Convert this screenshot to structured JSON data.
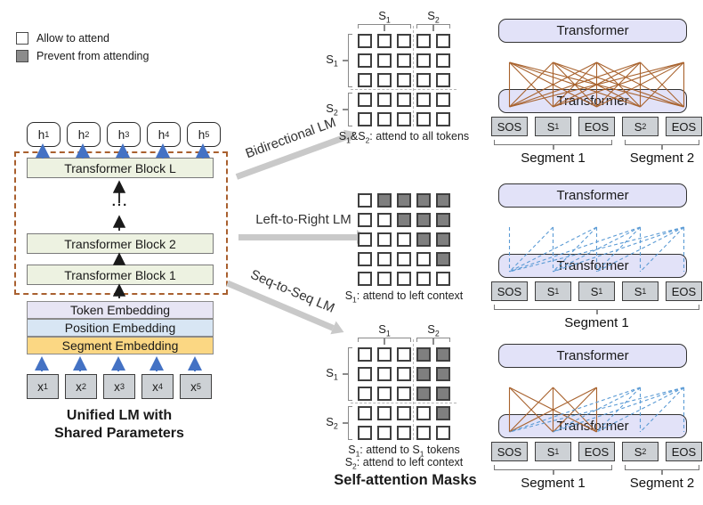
{
  "legend": {
    "allow_label": "Allow to attend",
    "prevent_label": "Prevent from attending"
  },
  "left_model": {
    "outputs": [
      "h_1",
      "h_2",
      "h_3",
      "h_4",
      "h_5"
    ],
    "blocks": {
      "top": "Transformer Block L",
      "dots": "...",
      "middle": "Transformer Block 2",
      "bottom": "Transformer Block 1"
    },
    "embeddings": {
      "token": "Token Embedding",
      "position": "Position Embedding",
      "segment": "Segment Embedding"
    },
    "inputs": [
      "x_1",
      "x_2",
      "x_3",
      "x_4",
      "x_5"
    ],
    "caption": [
      "Unified LM with",
      "Shared Parameters"
    ]
  },
  "flow_arrows": {
    "bidirectional": "Bidirectional LM",
    "left_to_right": "Left-to-Right LM",
    "seq_to_seq": "Seq-to-Seq LM"
  },
  "masks": {
    "title": "Self-attention Masks",
    "grids": [
      {
        "name": "bidirectional-mask",
        "labeled": true,
        "col_groups": [
          "S_1",
          "S_2"
        ],
        "row_groups": [
          "S_1",
          "S_2"
        ],
        "matrix": [
          [
            0,
            0,
            0,
            0,
            0
          ],
          [
            0,
            0,
            0,
            0,
            0
          ],
          [
            0,
            0,
            0,
            0,
            0
          ],
          [
            0,
            0,
            0,
            0,
            0
          ],
          [
            0,
            0,
            0,
            0,
            0
          ]
        ],
        "caption": [
          "S_1&S_2: attend to all tokens"
        ]
      },
      {
        "name": "left-to-right-mask",
        "labeled": false,
        "matrix": [
          [
            0,
            1,
            1,
            1,
            1
          ],
          [
            0,
            0,
            1,
            1,
            1
          ],
          [
            0,
            0,
            0,
            1,
            1
          ],
          [
            0,
            0,
            0,
            0,
            1
          ],
          [
            0,
            0,
            0,
            0,
            0
          ]
        ],
        "caption": [
          "S_1: attend to left context"
        ]
      },
      {
        "name": "seq-to-seq-mask",
        "labeled": true,
        "col_groups": [
          "S_1",
          "S_2"
        ],
        "row_groups": [
          "S_1",
          "S_2"
        ],
        "matrix": [
          [
            0,
            0,
            0,
            1,
            1
          ],
          [
            0,
            0,
            0,
            1,
            1
          ],
          [
            0,
            0,
            0,
            1,
            1
          ],
          [
            0,
            0,
            0,
            0,
            1
          ],
          [
            0,
            0,
            0,
            0,
            0
          ]
        ],
        "caption": [
          "S_1: attend to S_1 tokens",
          "S_2: attend to left context"
        ]
      }
    ]
  },
  "right_diagrams": [
    {
      "name": "bidirectional-lm",
      "transformer_top": "Transformer",
      "transformer_bottom": "Transformer",
      "tokens": [
        "SOS",
        "S_1",
        "EOS",
        "S_2",
        "EOS"
      ],
      "segments": [
        {
          "label": "Segment 1",
          "from": 0,
          "to": 2
        },
        {
          "label": "Segment 2",
          "from": 3,
          "to": 4
        }
      ],
      "connections": [
        {
          "pattern": "full",
          "from": 0,
          "to": 4,
          "style": "solid",
          "color": "#A8622D"
        }
      ]
    },
    {
      "name": "left-to-right-lm",
      "transformer_top": "Transformer",
      "transformer_bottom": "Transformer",
      "tokens": [
        "SOS",
        "S_1",
        "S_1",
        "S_1",
        "EOS"
      ],
      "segments": [
        {
          "label": "Segment 1",
          "from": 0,
          "to": 4
        }
      ],
      "connections": [
        {
          "pattern": "causal",
          "from": 0,
          "to": 4,
          "style": "dashed",
          "color": "#5B9BD5"
        }
      ]
    },
    {
      "name": "seq-to-seq-lm",
      "transformer_top": "Transformer",
      "transformer_bottom": "Transformer",
      "tokens": [
        "SOS",
        "S_1",
        "EOS",
        "S_2",
        "EOS"
      ],
      "segments": [
        {
          "label": "Segment 1",
          "from": 0,
          "to": 2
        },
        {
          "label": "Segment 2",
          "from": 3,
          "to": 4
        }
      ],
      "connections": [
        {
          "pattern": "full",
          "from": 0,
          "to": 2,
          "style": "solid",
          "color": "#A8622D"
        },
        {
          "pattern": "causal",
          "from": 3,
          "to": 4,
          "style": "dashed",
          "color": "#5B9BD5"
        }
      ]
    }
  ],
  "colors": {
    "brown_solid_line": "#A8622D",
    "blue_dashed_line": "#5B9BD5",
    "arrow_blue": "#4472C4",
    "arrow_black": "#1a1a1a",
    "flow_arrow_gray": "#C9C9C9",
    "dashed_box_brown": "#A9602F",
    "mask_prevent_fill": "#7F7F7F",
    "transformer_fill": "#E2E2F8",
    "block_fill": "#EDF2E1",
    "token_fill": "#CDD1D5",
    "token_embed_fill": "#E7E5F4",
    "position_embed_fill": "#D8E6F4",
    "segment_embed_fill": "#FBD783"
  }
}
